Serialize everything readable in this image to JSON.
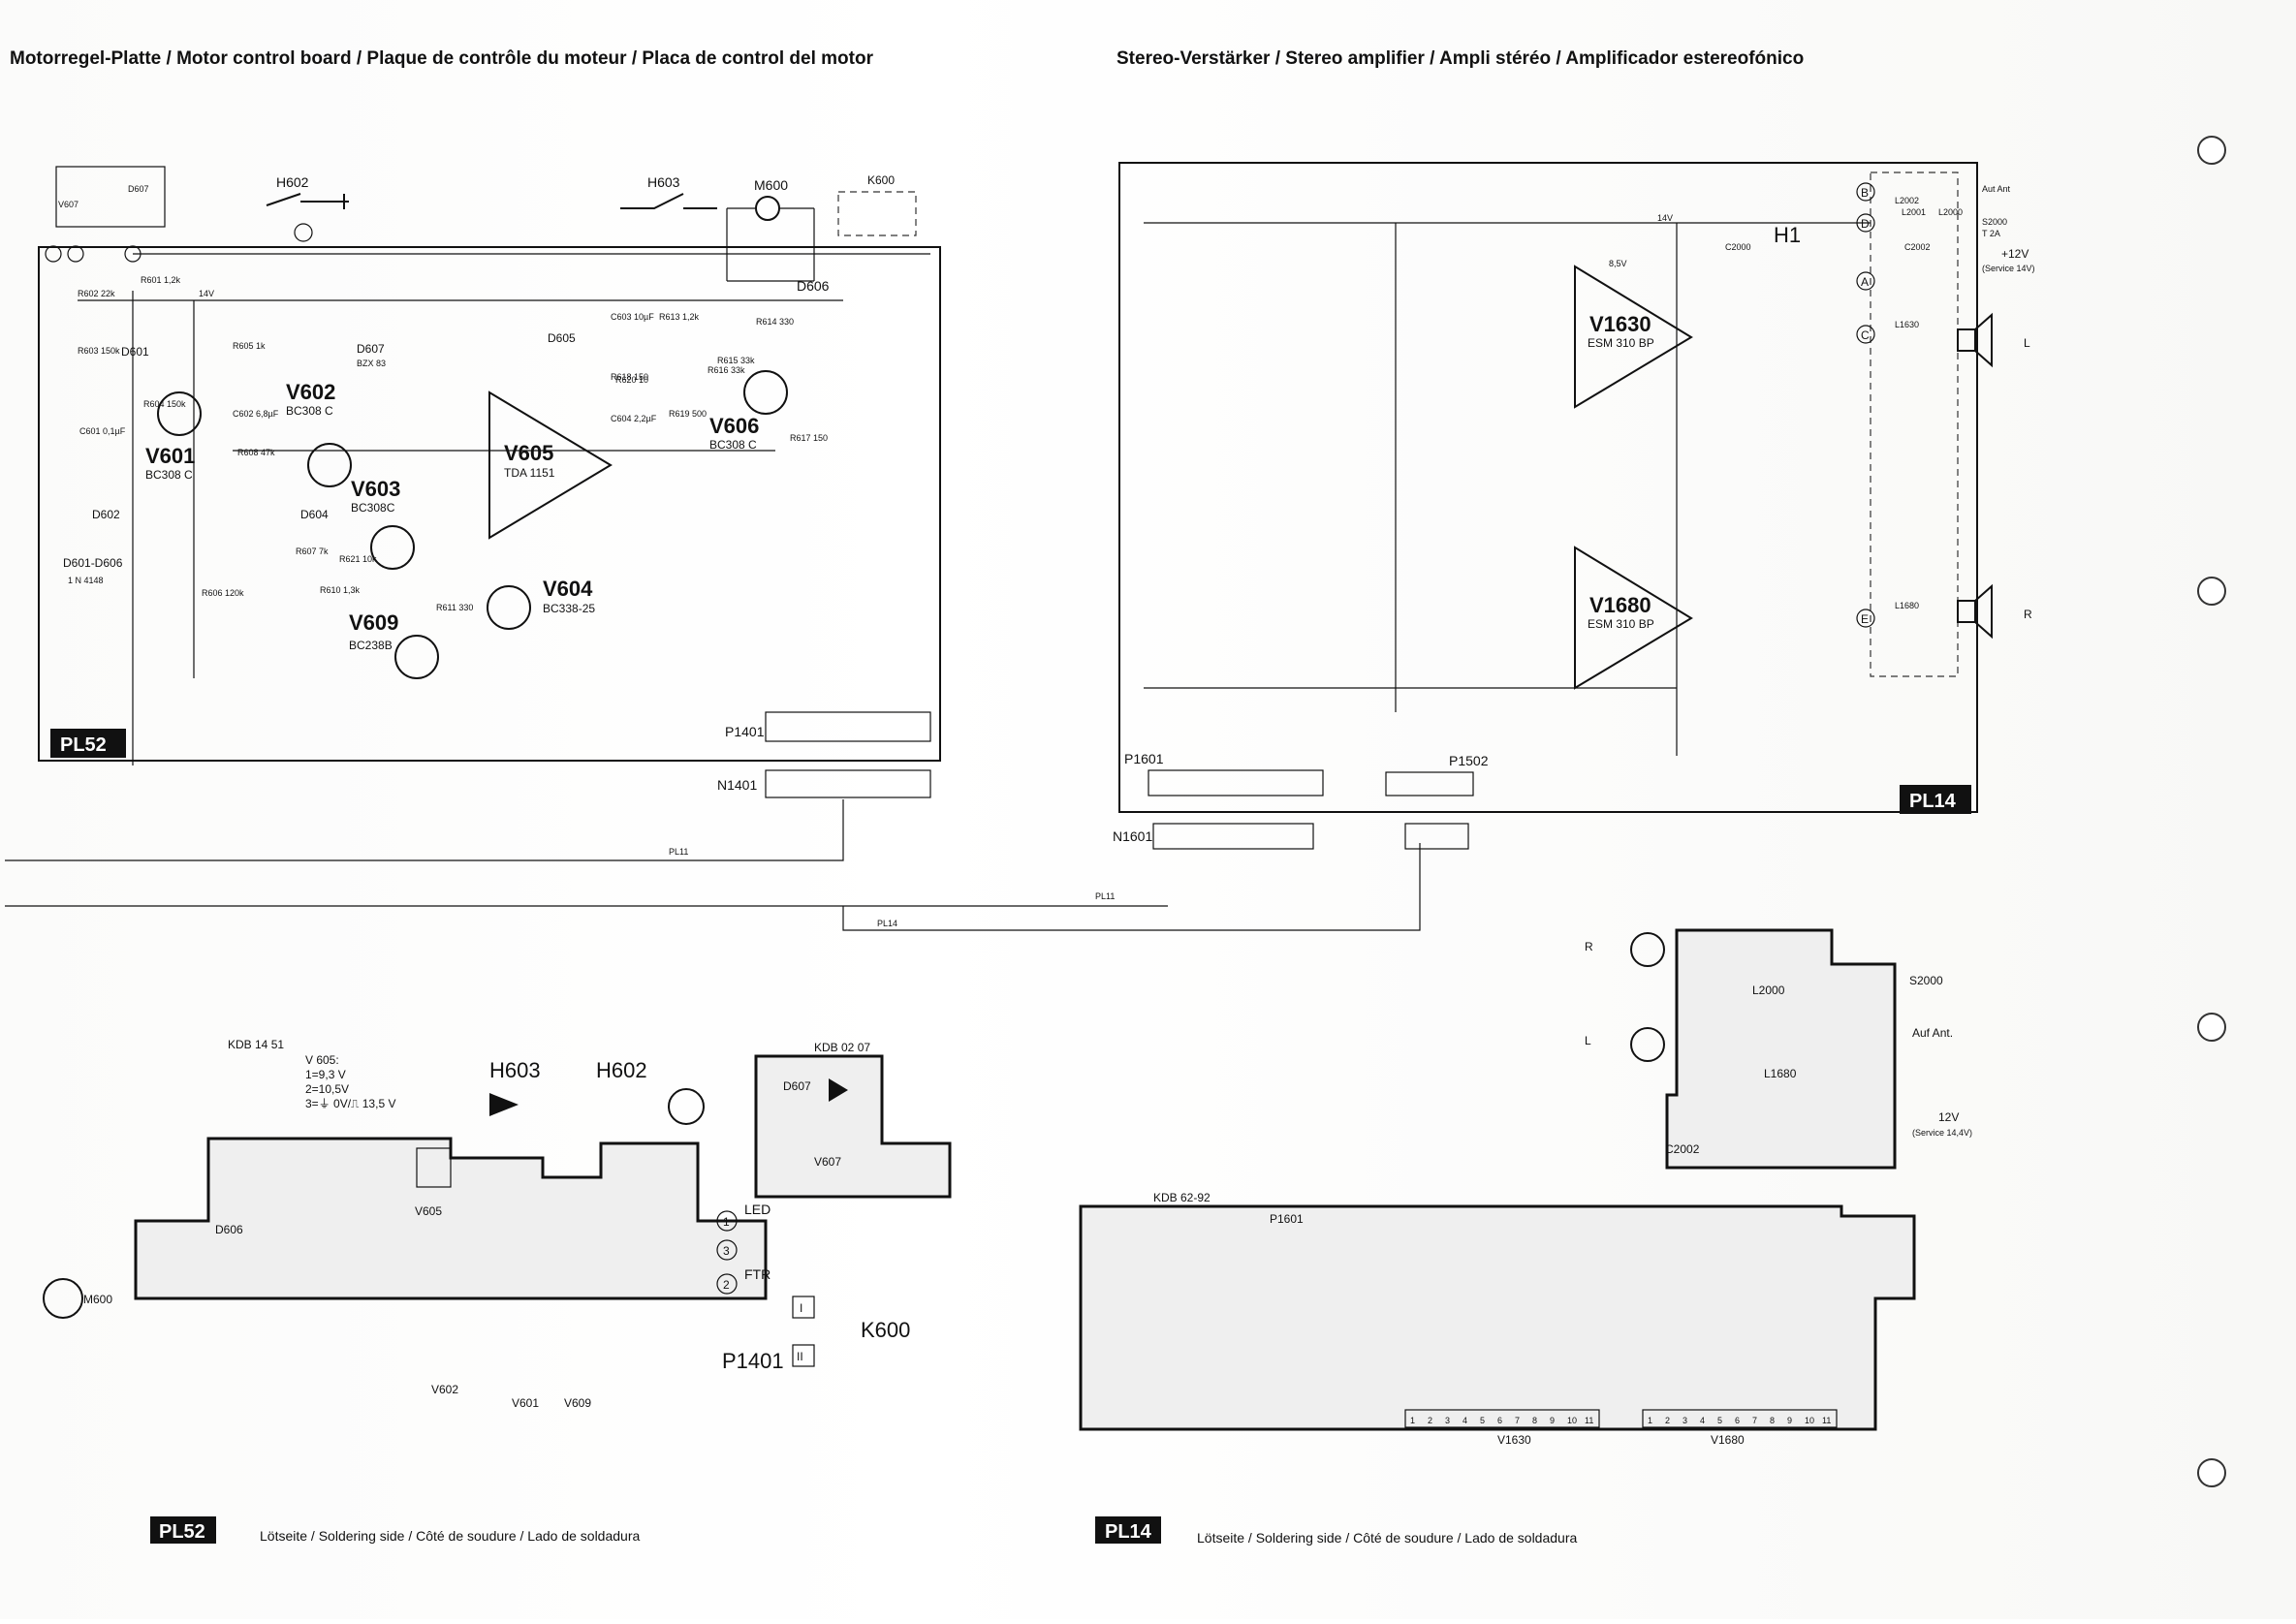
{
  "titles": {
    "left": "Motorregel-Platte / Motor control board / Plaque de contrôle du moteur / Placa de control del motor",
    "right": "Stereo-Verstärker / Stereo amplifier / Ampli stéréo / Amplificador estereofónico"
  },
  "boards": {
    "pl52": "PL52",
    "pl14": "PL14"
  },
  "footer": {
    "soldering_side": "Lötseite / Soldering side / Côté de soudure / Lado de soldadura"
  },
  "motor_schematic": {
    "components": [
      {
        "name": "V601",
        "type": "BC308 C"
      },
      {
        "name": "V602",
        "type": "BC308 C"
      },
      {
        "name": "V603",
        "type": "BC308C"
      },
      {
        "name": "V604",
        "type": "BC338-25"
      },
      {
        "name": "V605",
        "type": "TDA 1151"
      },
      {
        "name": "V606",
        "type": "BC308 C"
      },
      {
        "name": "V609",
        "type": "BC238B"
      }
    ],
    "labels": {
      "h602": "H602",
      "h603": "H603",
      "m600": "M600",
      "k600": "K600",
      "d601": "D601",
      "d602": "D602",
      "d604": "D604",
      "d605": "D605",
      "d606": "D606",
      "d607": "D607",
      "d607_type": "BZX 83",
      "v607": "V607",
      "diodes": "D601-D606",
      "diodes_type": "1 N 4148",
      "supply": "14V",
      "p1401": "P1401",
      "n1401": "N1401",
      "pl11": "PL11",
      "pl14_bus": "PL14"
    },
    "resistors": [
      "R601 1,2k",
      "R602 22k",
      "R603 150k",
      "R604 150k",
      "R605 1k",
      "R606 120k",
      "R607 7k",
      "R608 47k",
      "R610 1,3k",
      "R611 330",
      "R613 1,2k",
      "R614 330",
      "R615 33k",
      "R616 33k",
      "R617 150",
      "R618 150",
      "R619 500",
      "R620 10",
      "R621 10k"
    ],
    "capacitors": [
      "C601 0,1µF",
      "C602 6,8µF",
      "C603 10µF",
      "C604 2,2µF"
    ]
  },
  "amp_schematic": {
    "ic_top": {
      "name": "V1630",
      "type": "ESM 310 BP"
    },
    "ic_bottom": {
      "name": "V1680",
      "type": "ESM 310 BP"
    },
    "labels": {
      "h1": "H1",
      "s2000": "S2000",
      "s2000_fuse": "T 2A",
      "supply": "+12V",
      "service": "(Service 14V)",
      "aut_ant": "Aut Ant",
      "speaker_l": "L",
      "speaker_r": "R",
      "p1601": "P1601",
      "p1502": "P1502",
      "n1601": "N1601",
      "l2002": "L2002",
      "l2001": "L2001",
      "l2000": "L2000",
      "l1630": "L1630",
      "l1680": "L1680",
      "c2000": "C2000",
      "c2002": "C2002",
      "v14": "14V",
      "v85": "8,5V",
      "bus_pl11": "PL11",
      "bus_pl14": "PL14"
    },
    "connector_letters": [
      "B",
      "D",
      "A",
      "C",
      "E"
    ]
  },
  "motor_pcb": {
    "v605_pins_title": "V 605:",
    "v605_pins": [
      "1=9,3 V",
      "2=10,5V",
      "3=⏚ 0V/⎍ 13,5 V"
    ],
    "h603": "H603",
    "h602": "H602",
    "kdb1": "KDB 14 51",
    "kdb2": "KDB 02 07",
    "d607": "D607",
    "v607": "V607",
    "m600": "M600",
    "led": "LED",
    "ftr": "FTR",
    "k600": "K600",
    "p1401": "P1401",
    "v601": "V601",
    "v602": "V602",
    "v605": "V605",
    "v609": "V609",
    "d606": "D606",
    "pin_numbers": [
      "1",
      "2",
      "3"
    ],
    "relay_i": "I",
    "relay_ii": "II"
  },
  "amp_pcb": {
    "kdb": "KDB 62-92",
    "s2000": "S2000",
    "l2000": "L2000",
    "l1680": "L1680",
    "aut_ant": "Auf Ant.",
    "supply": "12V",
    "service": "(Service 14,4V)",
    "c2002": "C2002",
    "l_label": "L",
    "r_label": "R",
    "v1630": "V1630",
    "v1680": "V1680",
    "p1601": "P1601",
    "pin_row": [
      "1",
      "2",
      "3",
      "4",
      "5",
      "6",
      "7",
      "8",
      "9",
      "10",
      "11"
    ]
  }
}
